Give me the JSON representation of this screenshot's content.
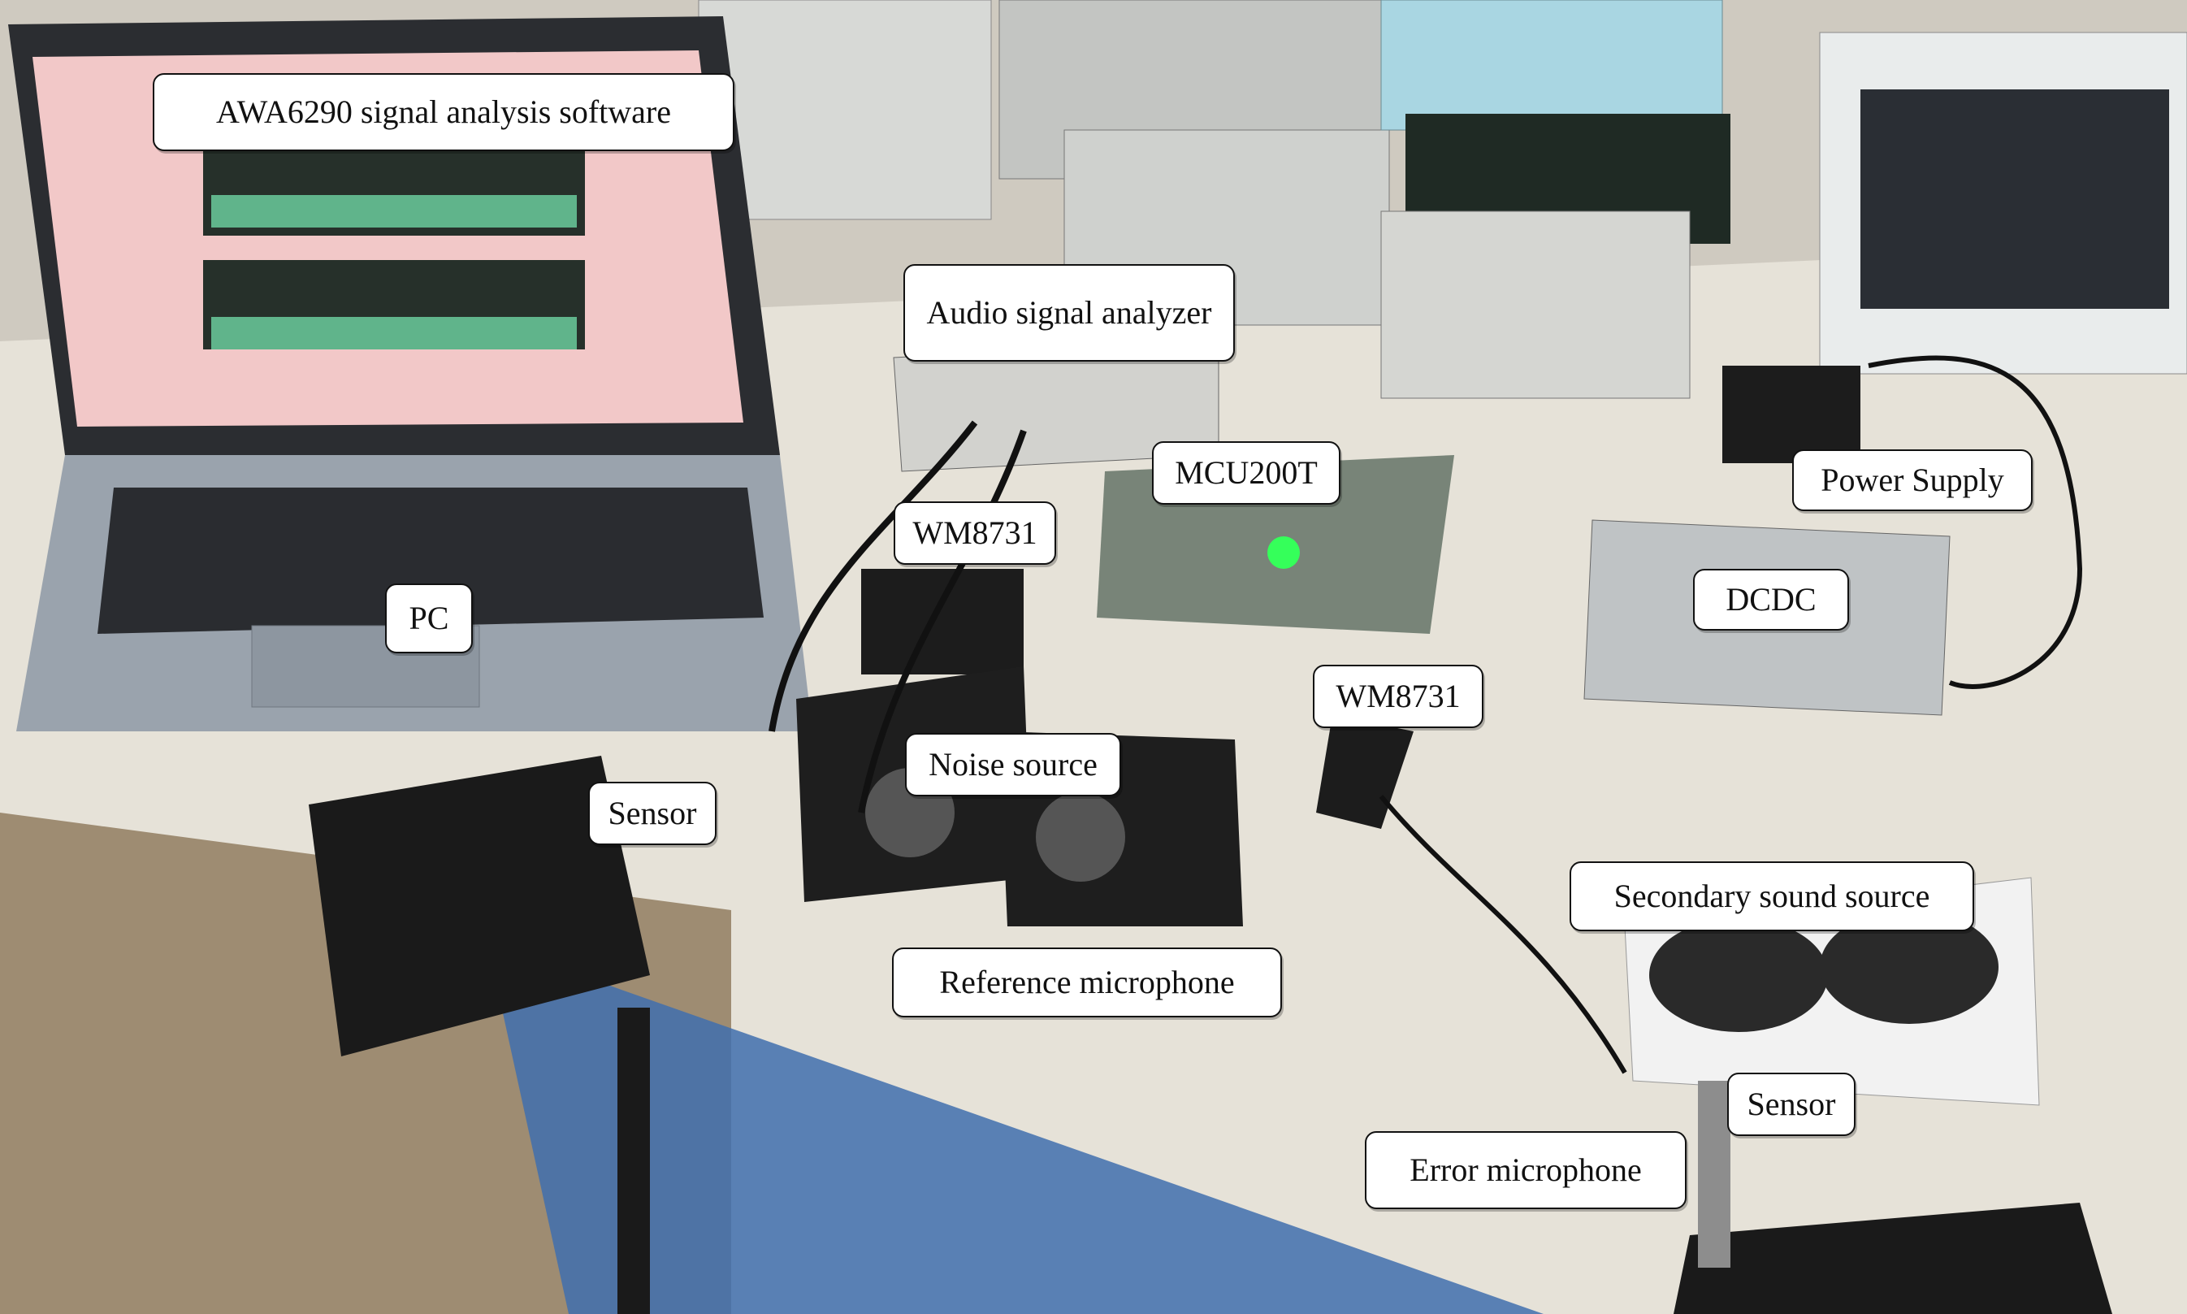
{
  "photo": {
    "colors": {
      "wall": "#cfcac0",
      "desk": "#e6e2d8",
      "laptop_body": "#9aa3ad",
      "laptop_screen": "#f2c8c8",
      "device_dark": "#1c1c1c",
      "instrument_gray": "#c9cbc8",
      "led_green": "#35ff5a"
    }
  },
  "labels": {
    "awa": "AWA6290 signal analysis software",
    "asa": "Audio signal analyzer",
    "mcu": "MCU200T",
    "wm8731_top": "WM8731",
    "power_supply": "Power Supply",
    "dcdc": "DCDC",
    "pc": "PC",
    "wm8731_bottom": "WM8731",
    "noise_source": "Noise source",
    "sensor_left": "Sensor",
    "secondary_source": "Secondary sound source",
    "reference_mic": "Reference microphone",
    "sensor_right": "Sensor",
    "error_mic": "Error microphone"
  }
}
